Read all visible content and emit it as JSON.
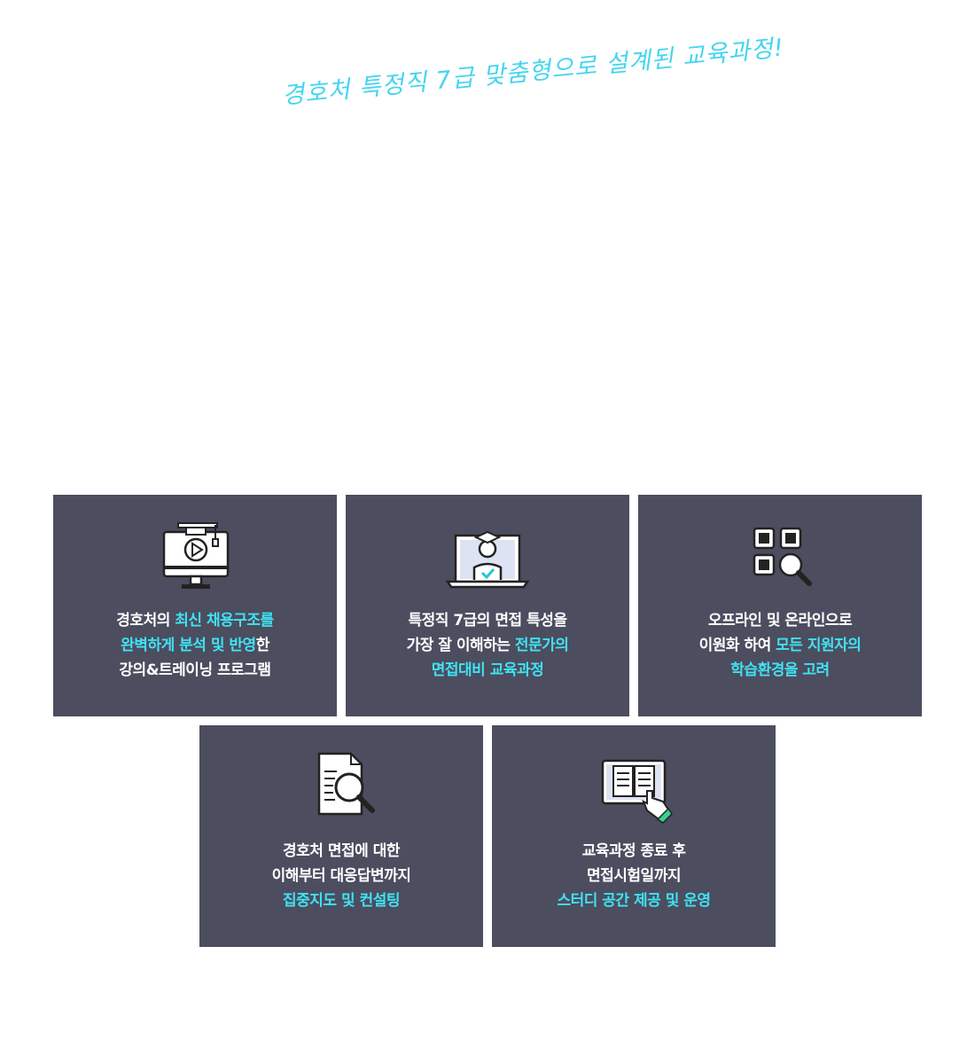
{
  "headline": "경호처 특정직 7급 맞춤형으로 설계된 교육과정!",
  "colors": {
    "card_bg": "#4c4d5f",
    "highlight": "#3fe2f3",
    "headline": "#45d5f0",
    "text": "#ffffff"
  },
  "cards": [
    {
      "icon": "video-lecture-monitor-icon",
      "line1": {
        "a": "경호처의 ",
        "b": "최신 채용구조를"
      },
      "line2": {
        "a": "완벽하게 분석 및 반영",
        "b": "한"
      },
      "line3": "강의&트레이닝 프로그램"
    },
    {
      "icon": "graduate-laptop-icon",
      "line1": "특정직 7급의 면접 특성을",
      "line2": {
        "a": "가장 잘 이해하는 ",
        "b": "전문가의"
      },
      "line3": "면접대비 교육과정"
    },
    {
      "icon": "grid-magnifier-icon",
      "line1": "오프라인 및 온라인으로",
      "line2": {
        "a": "이원화 하여 ",
        "b": "모든 지원자의"
      },
      "line3": "학습환경을 고려"
    },
    {
      "icon": "document-search-icon",
      "line1": "경호처 면접에 대한",
      "line2": "이해부터 대응답변까지",
      "line3": "집중지도 및 컨설팅"
    },
    {
      "icon": "book-click-icon",
      "line1": "교육과정 종료 후",
      "line2": "면접시험일까지",
      "line3": "스터디 공간 제공 및 운영"
    }
  ]
}
